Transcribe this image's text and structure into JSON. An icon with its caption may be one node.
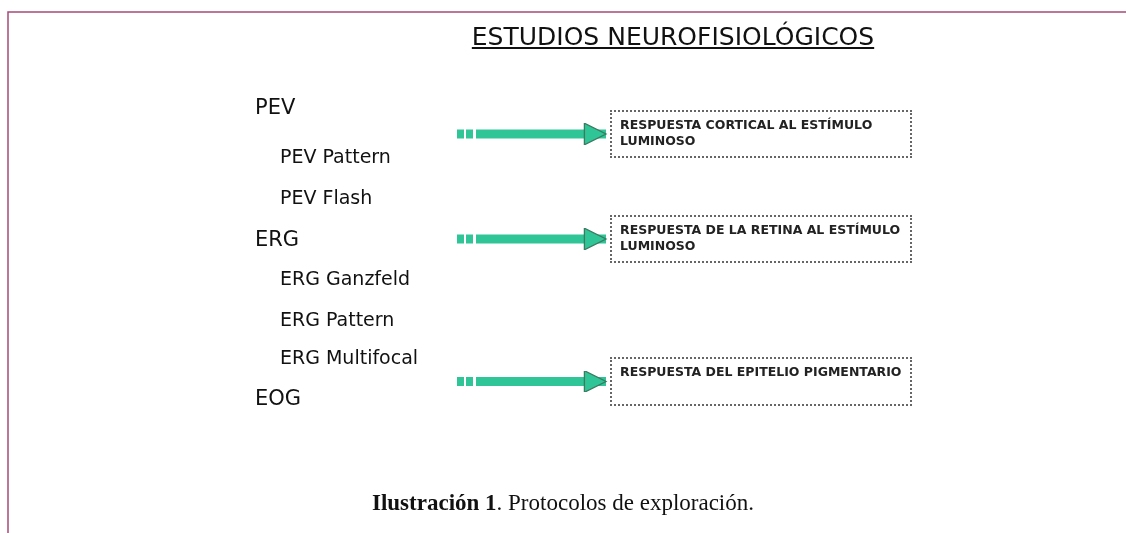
{
  "diagram": {
    "title": "ESTUDIOS NEUROFISIOLÓGICOS",
    "caption": "**Ilustración 1**. Protocolos de exploración.",
    "nodes": [
      {
        "text": [
          "RESPUESTA CORTICAL AL ESTÍMULO LUMINOSO"
        ]
      },
      {
        "text": [
          "RESPUESTA DE LA RETINA AL ESTÍMULO LUMINOSO"
        ]
      },
      {
        "text": [
          "RESPUESTA DEL EPITELIO PIGMENTARIO"
        ]
      }
    ],
    "edges": [
      {
        "from": null,
        "to": 0,
        "arrow": "to"
      },
      {
        "from": null,
        "to": 1,
        "arrow": "to"
      },
      {
        "from": null,
        "to": 2,
        "arrow": "to"
      }
    ],
    "labels": [
      "PEV",
      "PEV Pattern",
      "PEV Flash",
      "ERG",
      "ERG Ganzfeld",
      "ERG Pattern",
      "ERG Multifocal",
      "EOG"
    ]
  }
}
